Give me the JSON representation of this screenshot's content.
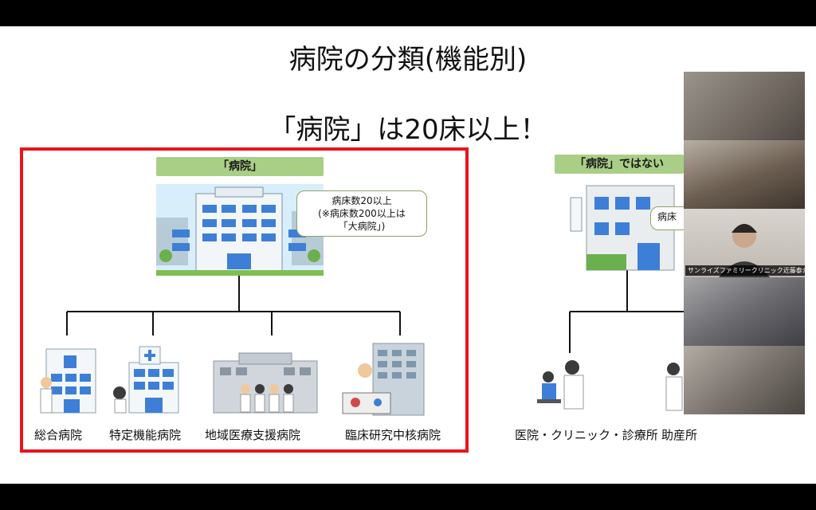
{
  "slide": {
    "title": "病院の分類(機能別)",
    "subtitle": "「病院」は20床以上！"
  },
  "left": {
    "label": "「病院」",
    "bubble": [
      "病床数20以上",
      "(※病床数200以上は",
      "「大病院」)"
    ],
    "children": [
      "総合病院",
      "特定機能病院",
      "地域医療支援病院",
      "臨床研究中核病院"
    ]
  },
  "right": {
    "label": "「病院」ではない",
    "bubble_partial": "病床",
    "children": [
      "医院・クリニック・診療所",
      "助産所"
    ]
  },
  "participants": {
    "active_name": "サンライズファミリークリニック近藤泰介"
  },
  "colors": {
    "label_green": "#a9cf86",
    "highlight_red": "#e8141c",
    "active_speaker": "#3ad26b"
  }
}
